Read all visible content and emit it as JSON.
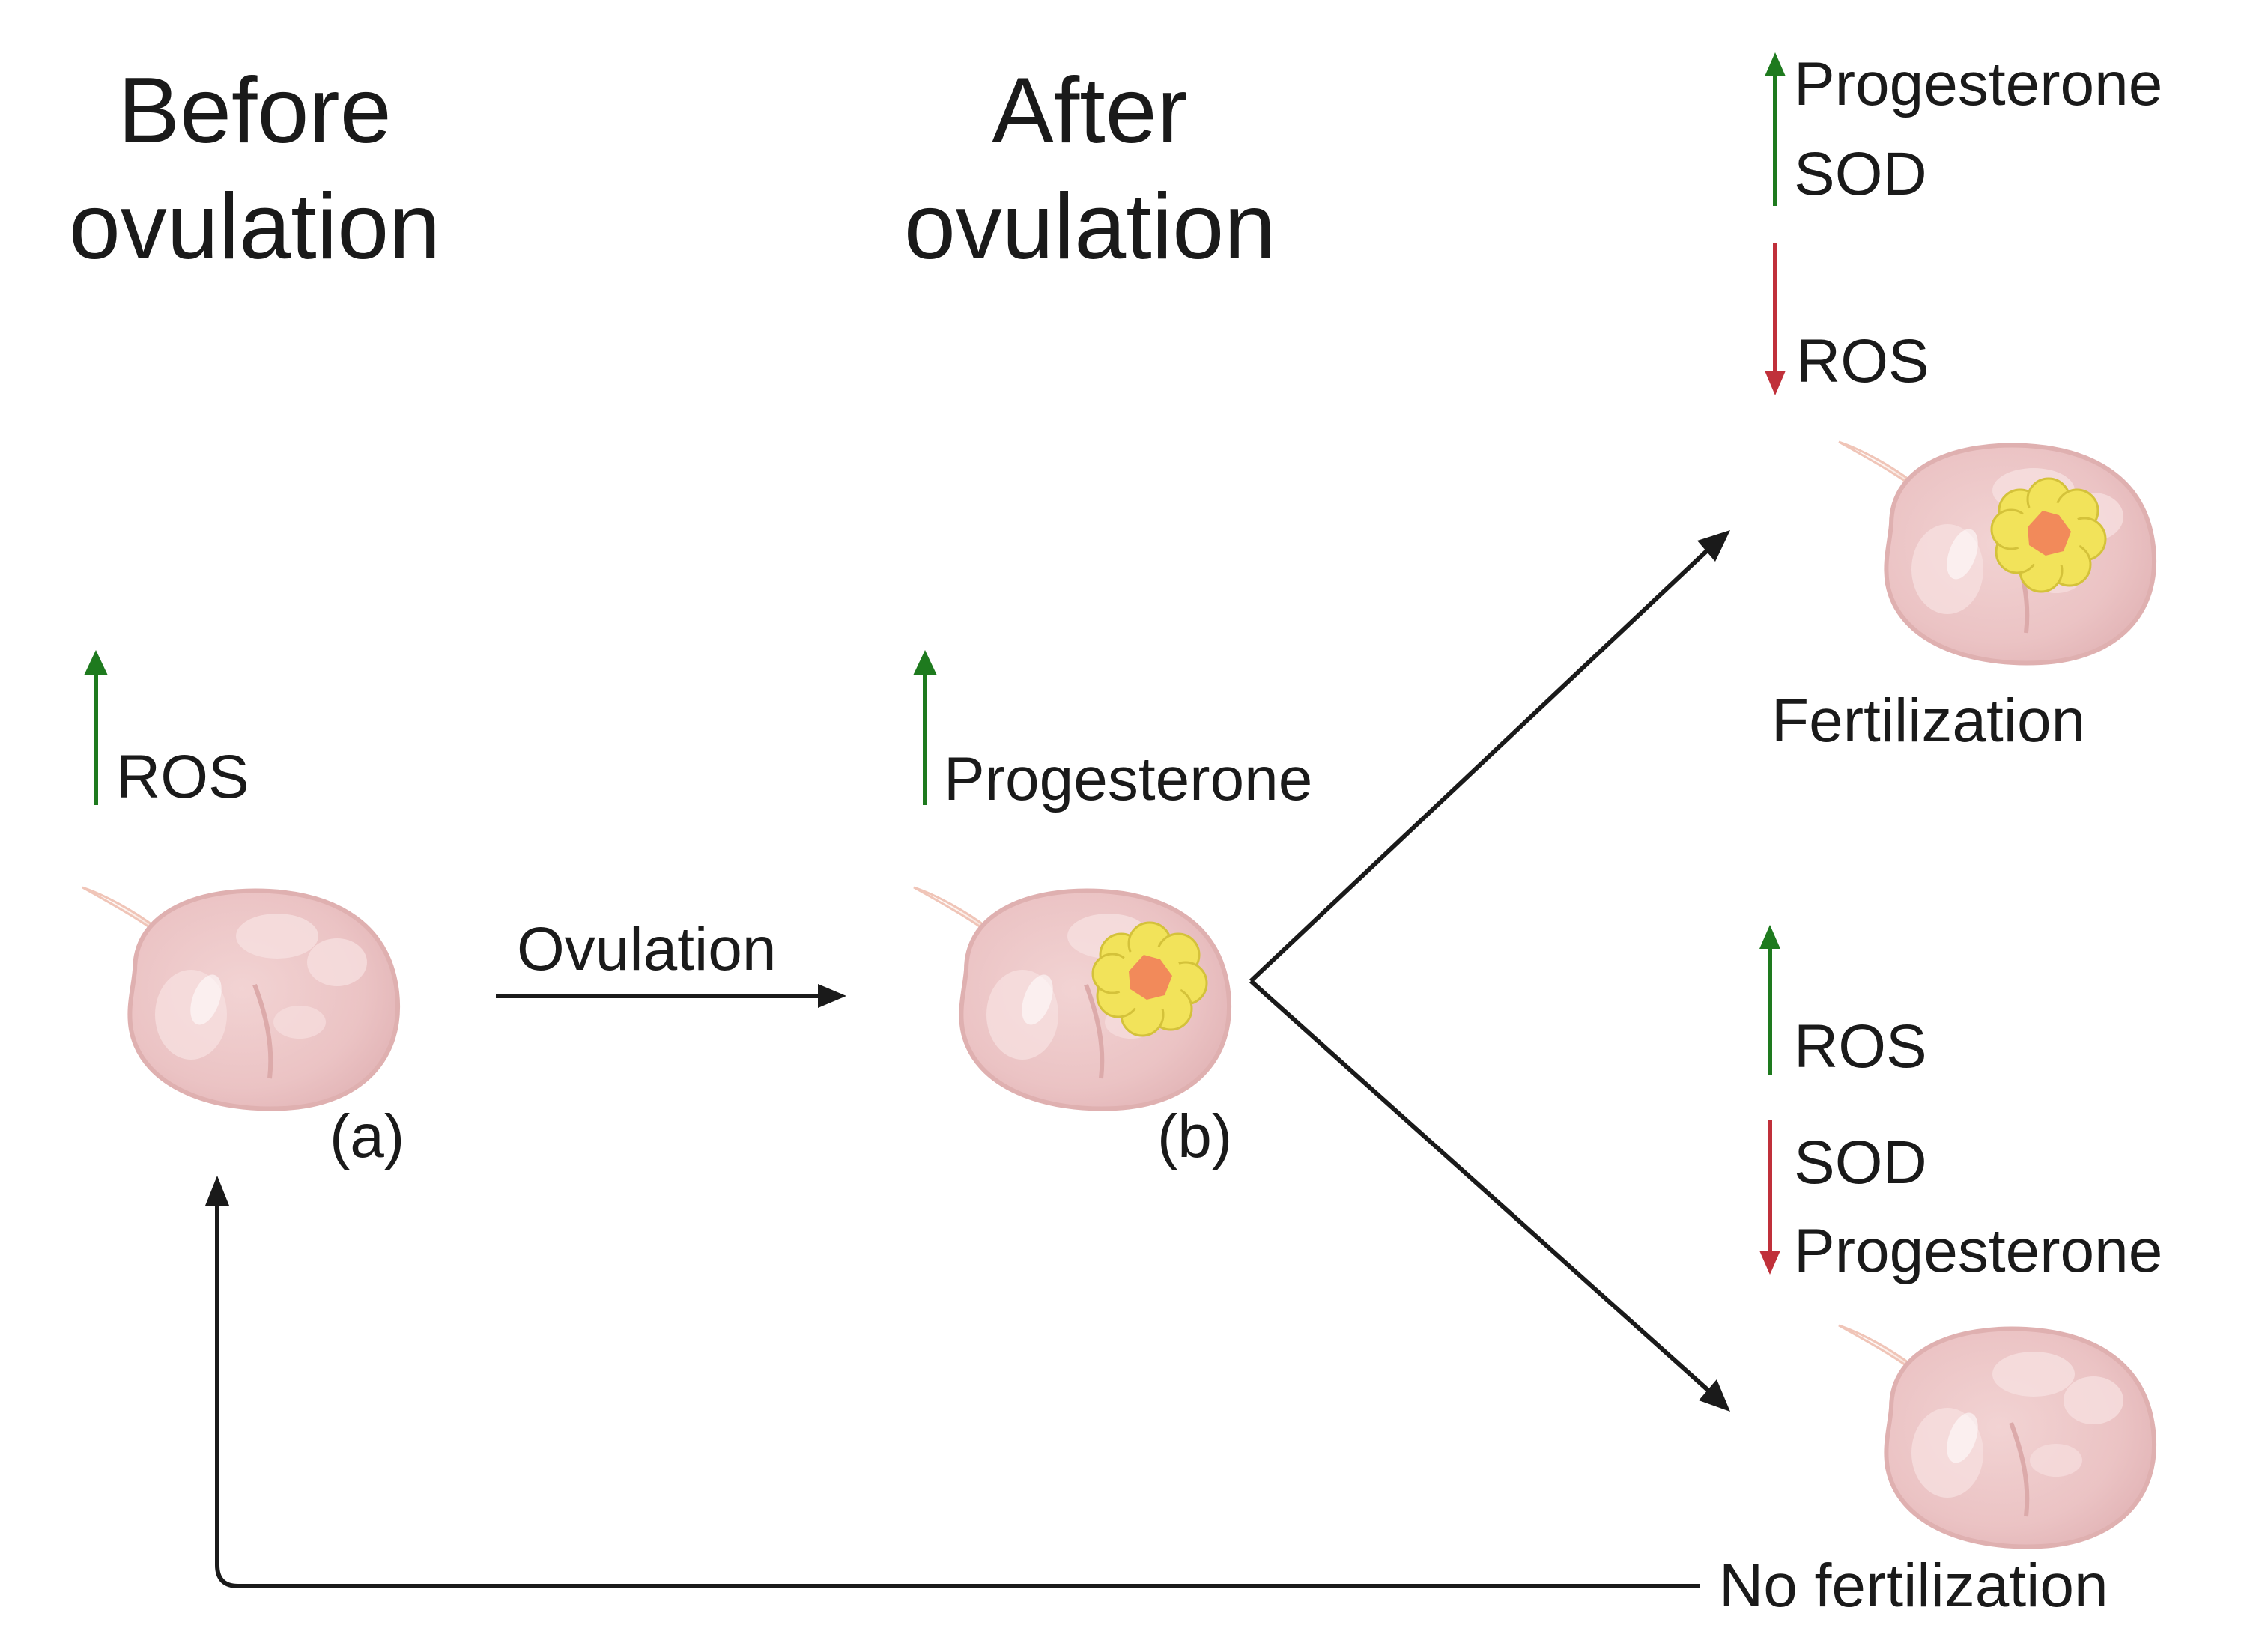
{
  "titles": {
    "before": [
      "Before",
      "ovulation"
    ],
    "after": [
      "After",
      "ovulation"
    ]
  },
  "stage_a": {
    "tag": "(a)",
    "marker": {
      "direction": "up",
      "labels": [
        "ROS"
      ]
    }
  },
  "stage_b": {
    "tag": "(b)",
    "marker": {
      "direction": "up",
      "labels": [
        "Progesterone"
      ]
    }
  },
  "transition": {
    "label": "Ovulation"
  },
  "fertilization": {
    "caption": "Fertilization",
    "increase": {
      "direction": "up",
      "labels": [
        "Progesterone",
        "SOD"
      ]
    },
    "decrease": {
      "direction": "down",
      "labels": [
        "ROS"
      ]
    }
  },
  "no_fertilization": {
    "caption": "No fertilization",
    "increase": {
      "direction": "up",
      "labels": [
        "ROS"
      ]
    },
    "decrease": {
      "direction": "down",
      "labels": [
        "SOD",
        "Progesterone"
      ]
    }
  },
  "colors": {
    "increase_arrow": "#1e7a1e",
    "decrease_arrow": "#c0303a",
    "flow_arrow": "#1a1a1a",
    "ovary_fill": "#ecc6c6",
    "ovary_outline": "#dba6a6",
    "corpus_luteum_outer": "#f2e35a",
    "corpus_luteum_inner": "#f28a5a"
  }
}
